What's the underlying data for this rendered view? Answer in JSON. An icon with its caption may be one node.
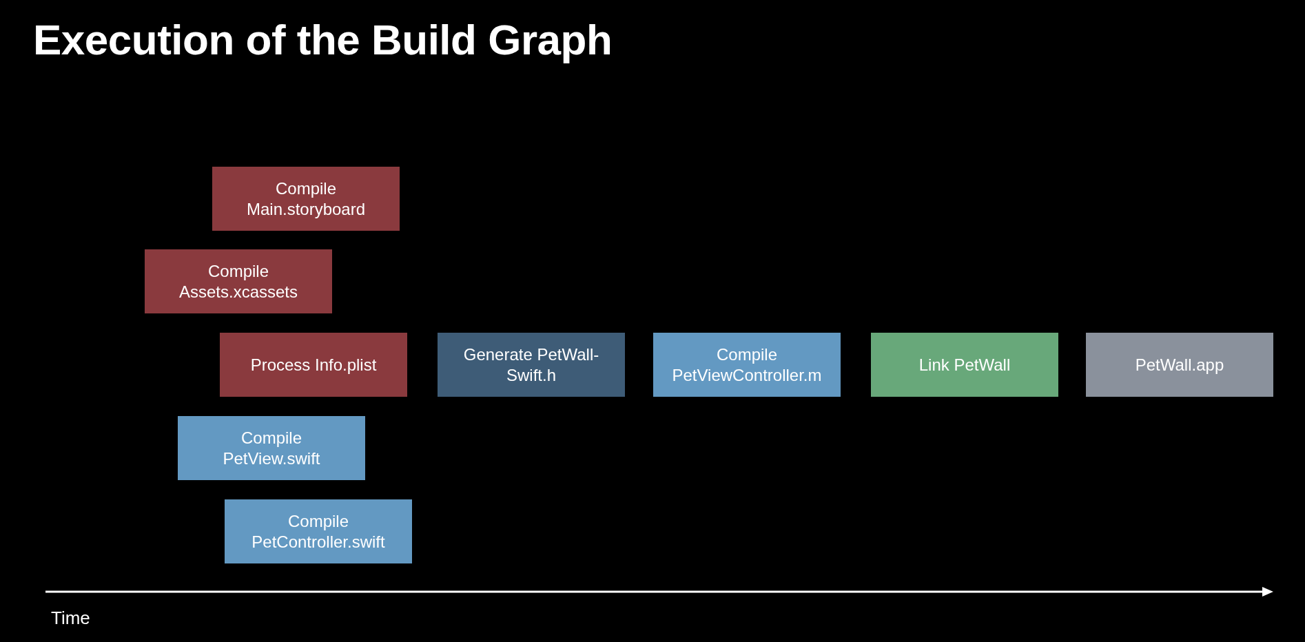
{
  "diagram": {
    "title": "Execution of the Build Graph",
    "nodes": [
      {
        "text": [
          "Compile Main.storyboard"
        ]
      },
      {
        "text": [
          "Compile Assets.xcassets"
        ]
      },
      {
        "text": [
          "Process Info.plist"
        ]
      },
      {
        "text": [
          "Generate PetWall-Swift.h"
        ]
      },
      {
        "text": [
          "Compile PetViewController.m"
        ]
      },
      {
        "text": [
          "Link PetWall"
        ]
      },
      {
        "text": [
          "PetWall.app"
        ]
      },
      {
        "text": [
          "Compile PetView.swift"
        ]
      },
      {
        "text": [
          "Compile PetController.swift"
        ]
      }
    ],
    "labels": [
      "Time"
    ]
  }
}
